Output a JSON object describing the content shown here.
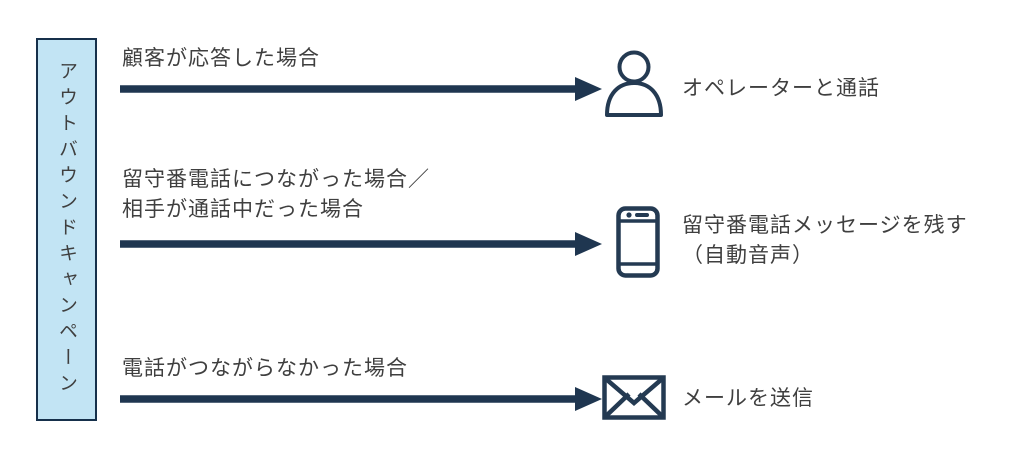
{
  "diagram": {
    "title": "outbound-campaign-flow",
    "source": {
      "label": "アウトバウンドキャンペーン"
    },
    "branches": [
      {
        "condition_lines": [
          "顧客が応答した場合"
        ],
        "icon": "person-icon",
        "result_lines": [
          "オペレーターと通話"
        ]
      },
      {
        "condition_lines": [
          "留守番電話につながった場合／",
          "相手が通話中だった場合"
        ],
        "icon": "smartphone-icon",
        "result_lines": [
          "留守番電話メッセージを残す",
          "（自動音声）"
        ]
      },
      {
        "condition_lines": [
          "電話がつながらなかった場合"
        ],
        "icon": "mail-icon",
        "result_lines": [
          "メールを送信"
        ]
      }
    ],
    "colors": {
      "arrow": "#1F3650",
      "icon": "#243A52",
      "box_fill": "#C2E4F4",
      "box_border": "#16304B",
      "text": "#3F3F3F",
      "canvas_bg": "#FFFFFF"
    }
  }
}
